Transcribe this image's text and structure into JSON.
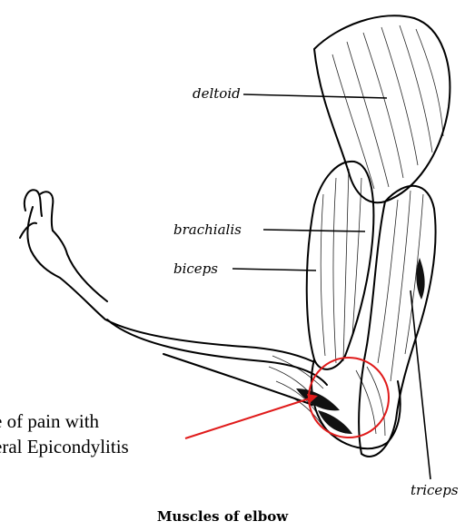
{
  "labels": {
    "deltoid": "deltoid",
    "brachialis": "brachialis",
    "biceps": "biceps",
    "triceps": "triceps"
  },
  "annotation": {
    "line1": "e of pain with",
    "line2": "eral Epicondylitis"
  },
  "caption": "Muscles of elbow",
  "colors": {
    "highlight": "#e01b1b",
    "ink": "#000000"
  }
}
